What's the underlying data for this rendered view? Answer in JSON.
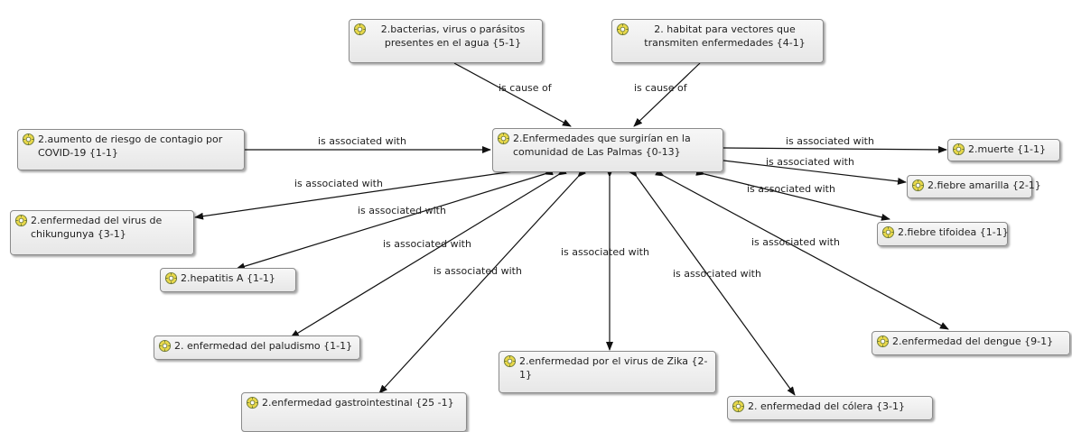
{
  "colors": {
    "node_fill": "#eeeeee",
    "node_border": "#8a8a8a",
    "edge": "#111111",
    "icon_fill": "#e8d84a",
    "icon_stroke": "#6f7a3a"
  },
  "icon": "network-node-icon",
  "nodes": {
    "center": "2.Enfermedades que surgirían en la comunidad de Las Palmas {0-13}",
    "bacterias": "2.bacterias, virus o parásitos presentes en el agua {5-1}",
    "habitat": "2. habitat para vectores que transmiten enfermedades {4-1}",
    "covid": "2.aumento de riesgo de contagio por COVID-19 {1-1}",
    "chikungunya": "2.enfermedad del virus de chikungunya {3-1}",
    "hepatitis": "2.hepatitis A {1-1}",
    "paludismo": "2. enfermedad del paludismo {1-1}",
    "gastro": "2.enfermedad  gastrointestinal {25 -1}",
    "zika": "2.enfermedad por el virus de Zika {2-1}",
    "colera": "2. enfermedad del cólera {3-1}",
    "dengue": "2.enfermedad del dengue {9-1}",
    "tifoidea": "2.fiebre tifoidea {1-1}",
    "amarilla": "2.fiebre amarilla {2-1}",
    "muerte": "2.muerte {1-1}"
  },
  "edges": {
    "bacterias": "is cause of",
    "habitat": "is cause of",
    "covid": "is associated with",
    "muerte": "is associated with",
    "amarilla": "is associated with",
    "tifoidea": "is associated with",
    "chikungunya": "is associated with",
    "hepatitis": "is associated with",
    "paludismo": "is associated with",
    "gastro": "is associated with",
    "zika": "is associated with",
    "colera": "is associated with",
    "dengue": "is associated with"
  }
}
